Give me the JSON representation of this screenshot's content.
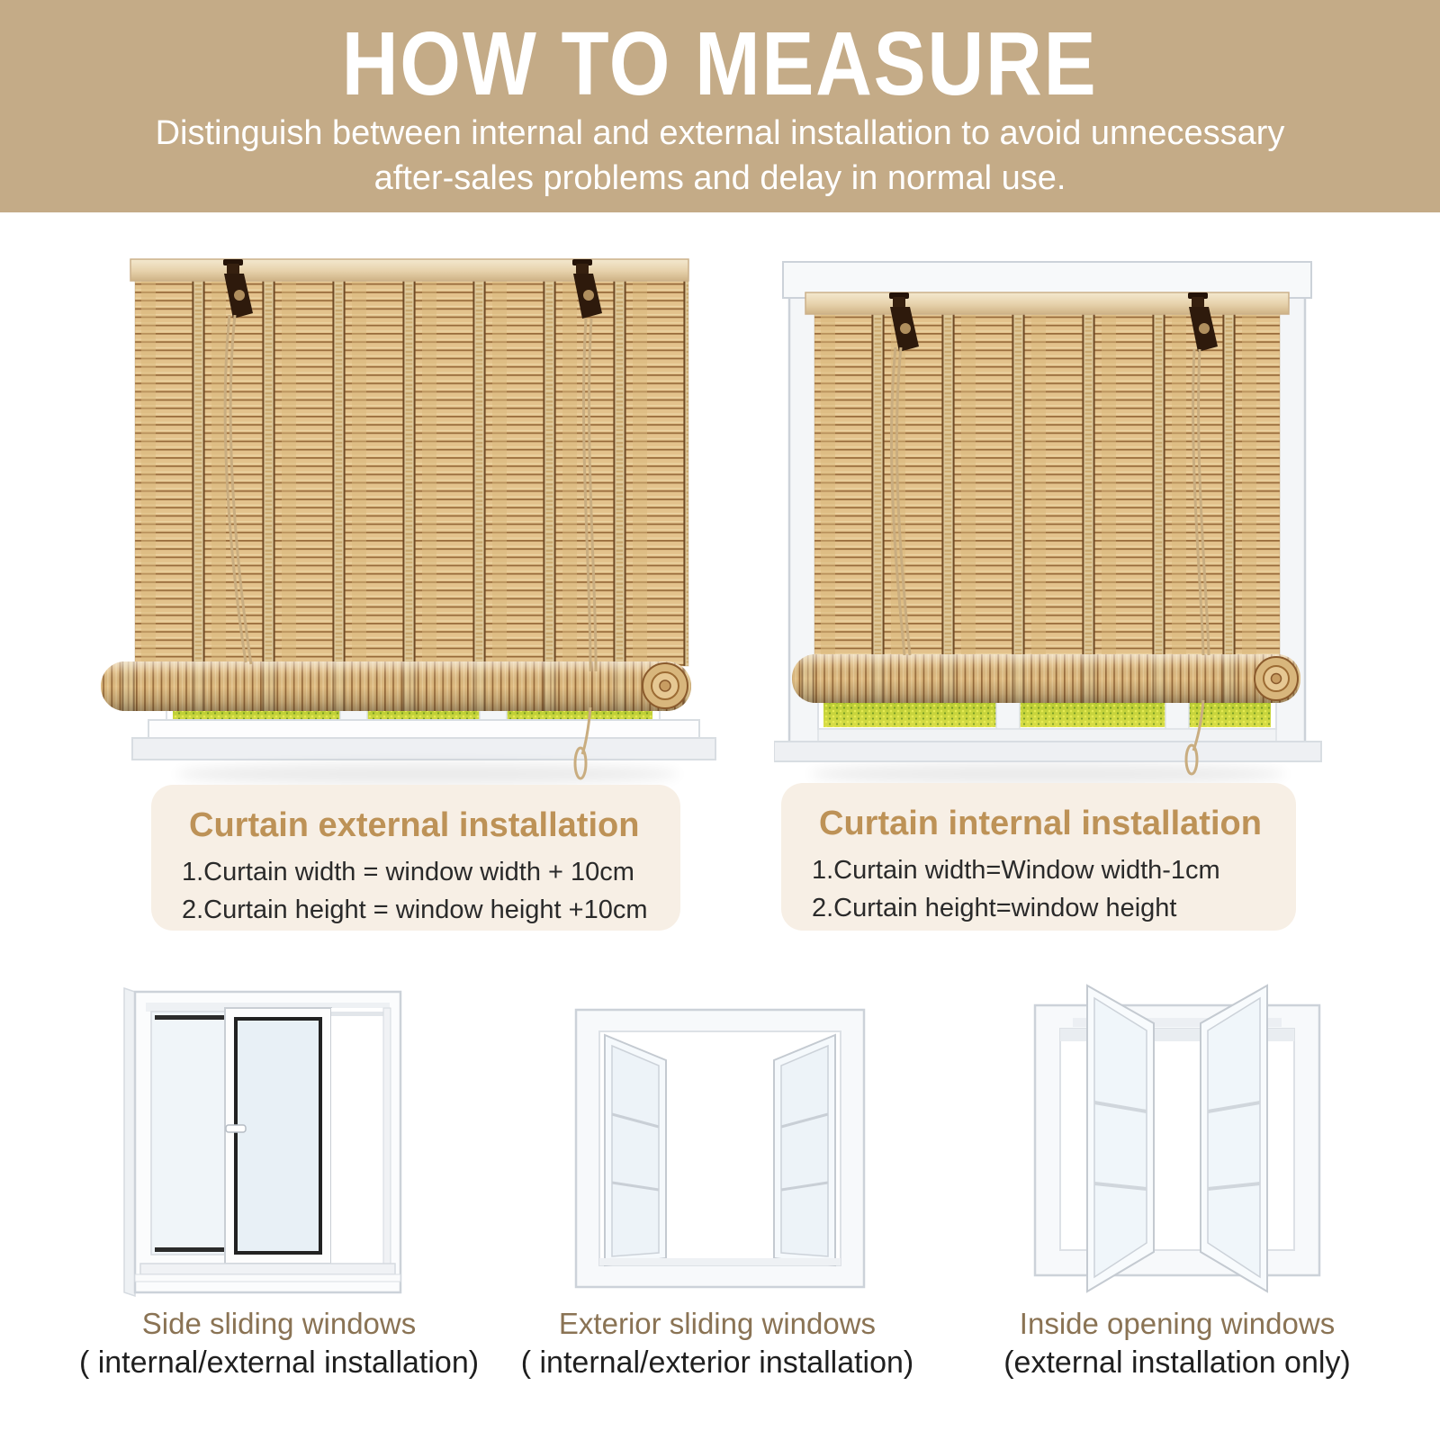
{
  "banner": {
    "title": "HOW TO MEASURE",
    "subtitle_line1": "Distinguish between internal and external installation to avoid unnecessary",
    "subtitle_line2": "after-sales problems and delay in normal use."
  },
  "info_boxes": [
    {
      "title": "Curtain external installation",
      "lines": [
        "1.Curtain width = window width + 10cm",
        "2.Curtain height = window height +10cm"
      ]
    },
    {
      "title": "Curtain internal installation",
      "lines": [
        "1.Curtain width=Window width-1cm",
        "2.Curtain height=window height"
      ]
    }
  ],
  "window_types": [
    {
      "name": "Side sliding windows",
      "note": "( internal/external installation)"
    },
    {
      "name": "Exterior sliding windows",
      "note": "( internal/exterior installation)"
    },
    {
      "name": "Inside opening windows",
      "note": "(external installation only)"
    }
  ],
  "photos": {
    "external_label": "bamboo-roller-blind-external-mount",
    "internal_label": "bamboo-roller-blind-internal-mount"
  },
  "colors": {
    "banner-bg": "#c4ab87",
    "banner-text": "#ffffff",
    "box-bg": "#f7efe5",
    "box-title": "#bd9257",
    "body-text": "#2a2a2a",
    "caption-brown": "#8a7354",
    "caption-dark": "#1f1f1f"
  }
}
